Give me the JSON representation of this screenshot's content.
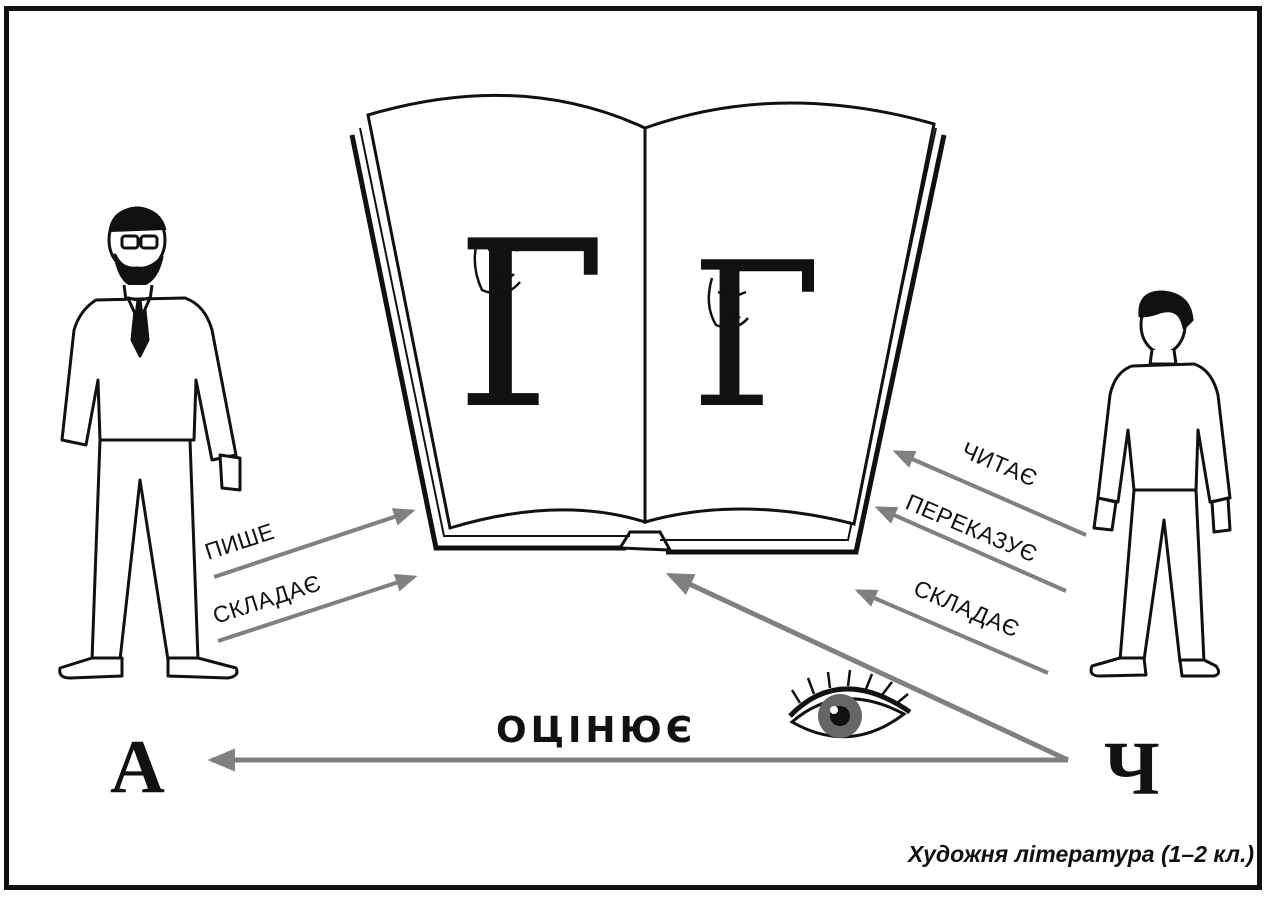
{
  "labels": {
    "author_letter": "А",
    "reader_letter": "Ч",
    "author_writes": "ПИШЕ",
    "author_composes": "СКЛАДАЄ",
    "reader_reads": "ЧИТАЄ",
    "reader_retells": "ПЕРЕКАЗУЄ",
    "reader_composes": "СКЛАДАЄ",
    "evaluates": "ОЦІНЮЄ",
    "caption": "Художня література (1–2 кл.)"
  },
  "book": {
    "left_letter": "Г",
    "right_letter": "Г"
  },
  "icons": [
    "open-book-icon",
    "author-figure-icon",
    "reader-figure-icon",
    "eye-icon"
  ],
  "colors": {
    "ink": "#111111",
    "arrow": "#808080",
    "paper": "#ffffff"
  }
}
